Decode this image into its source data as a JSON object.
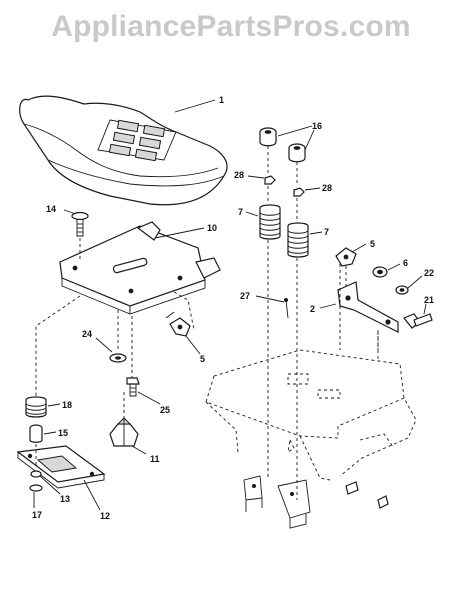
{
  "watermark": "AppliancePartsPros.com",
  "callouts": {
    "c1": "1",
    "c16": "16",
    "c28a": "28",
    "c28b": "28",
    "c14": "14",
    "c10": "10",
    "c7a": "7",
    "c7b": "7",
    "c5a": "5",
    "c6a": "6",
    "c22": "22",
    "c27": "27",
    "c2": "2",
    "c21": "21",
    "c24": "24",
    "c5b": "5",
    "c18": "18",
    "c25": "25",
    "c15": "15",
    "c11": "11",
    "c13": "13",
    "c17": "17",
    "c12": "12"
  }
}
